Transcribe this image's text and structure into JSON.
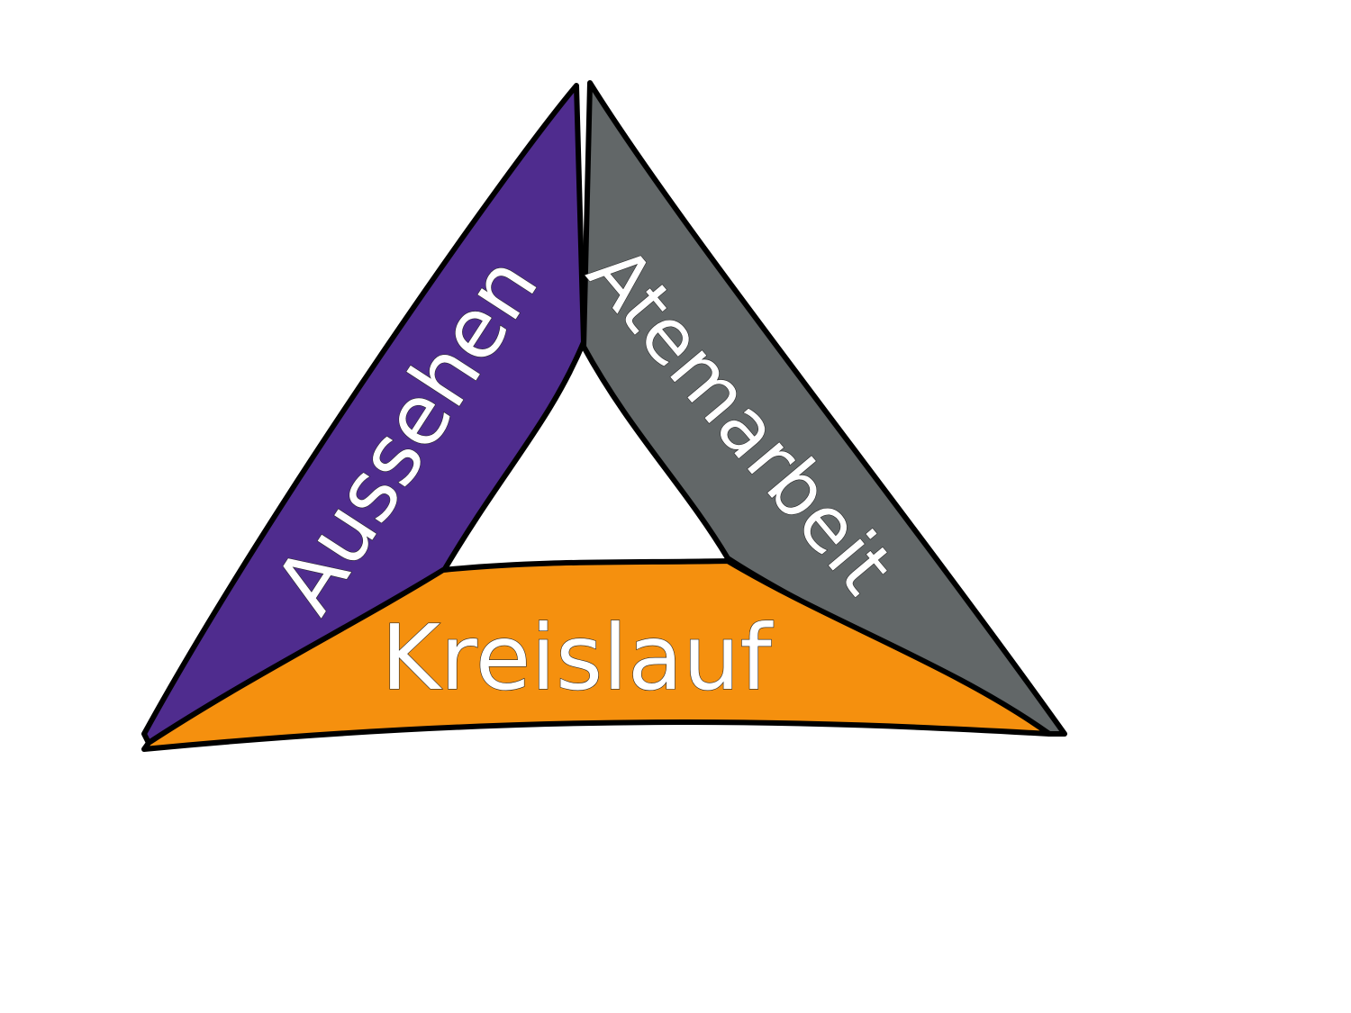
{
  "diagram": {
    "sides": [
      {
        "label": "Aussehen",
        "color": "#4f2c8e"
      },
      {
        "label": "Atemarbeit",
        "color": "#626768"
      },
      {
        "label": "Kreislauf",
        "color": "#f5900e"
      }
    ],
    "outline_color": "#000000"
  }
}
